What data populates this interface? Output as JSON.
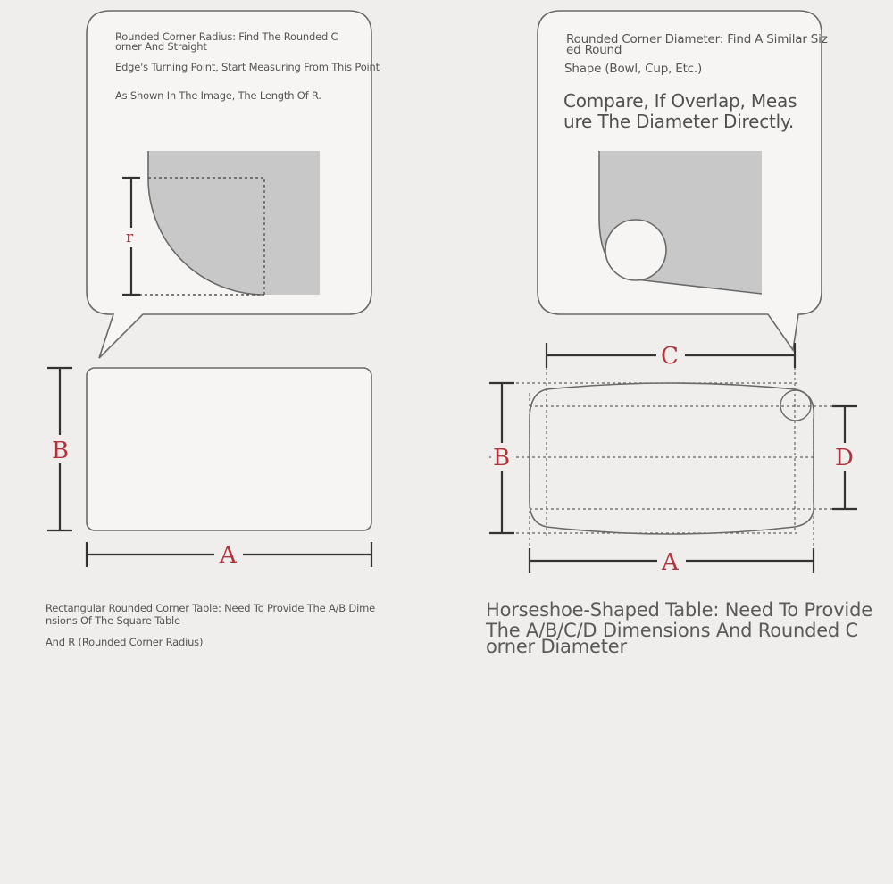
{
  "left_panel": {
    "bubble_text_line1": "Rounded Corner Radius: Find The Rounded C",
    "bubble_text_line2": "orner And Straight",
    "bubble_text_line3": "Edge's Turning Point, Start Measuring From This Point",
    "bubble_text_line4": "As Shown In The Image, The Length Of R.",
    "radius_label": "r",
    "dim_b": "B",
    "dim_a": "A",
    "caption_line1": "Rectangular Rounded Corner Table: Need To Provide The A/B Dime",
    "caption_line2": "nsions Of The Square Table",
    "caption_line3": "And R (Rounded Corner Radius)"
  },
  "right_panel": {
    "bubble_text_line1": "Rounded Corner Diameter: Find A Similar Siz",
    "bubble_text_line2": "ed Round",
    "bubble_text_line3": "Shape (Bowl, Cup, Etc.)",
    "bubble_text_line4": "Compare, If Overlap, Meas",
    "bubble_text_line5": "ure The Diameter Directly.",
    "dim_c": "C",
    "dim_b": "B",
    "dim_d": "D",
    "dim_a": "A",
    "caption_line1": "Horseshoe-Shaped Table: Need To Provide",
    "caption_line2": " The A/B/C/D Dimensions And Rounded C",
    "caption_line3": "orner Diameter"
  },
  "colors": {
    "background": "#efeeec",
    "outline": "#6a6a6a",
    "fill_gray": "#c8c8c8",
    "label_red": "#b0343c"
  }
}
